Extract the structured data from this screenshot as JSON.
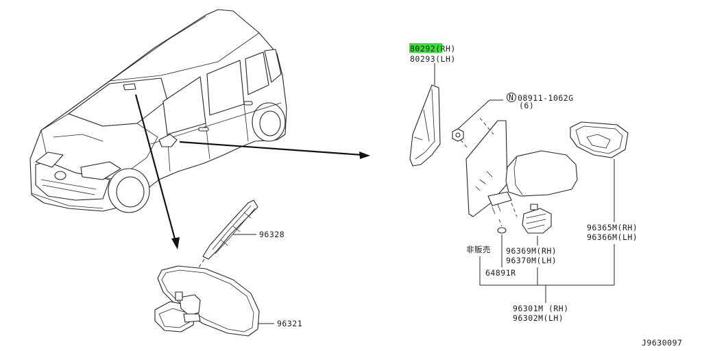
{
  "diagram": {
    "callouts": {
      "cover_rh": "80292(RH)",
      "cover_lh": "80293(LH)",
      "nut_code": "08911-1062G",
      "nut_qty": "(6)",
      "nut_symbol": "N",
      "not_for_sale": "非販売",
      "glass_rh": "96365M(RH)",
      "glass_lh": "96366M(LH)",
      "actuator_rh": "96369M(RH)",
      "actuator_lh": "96370M(LH)",
      "screw": "64891R",
      "assy_rh": "96301M (RH)",
      "assy_lh": "96302M(LH)",
      "cover_inner": "96328",
      "inner_mirror": "96321",
      "figure_id": "J9630097"
    },
    "highlight_color": "#33e033",
    "line_color": "#222222"
  }
}
